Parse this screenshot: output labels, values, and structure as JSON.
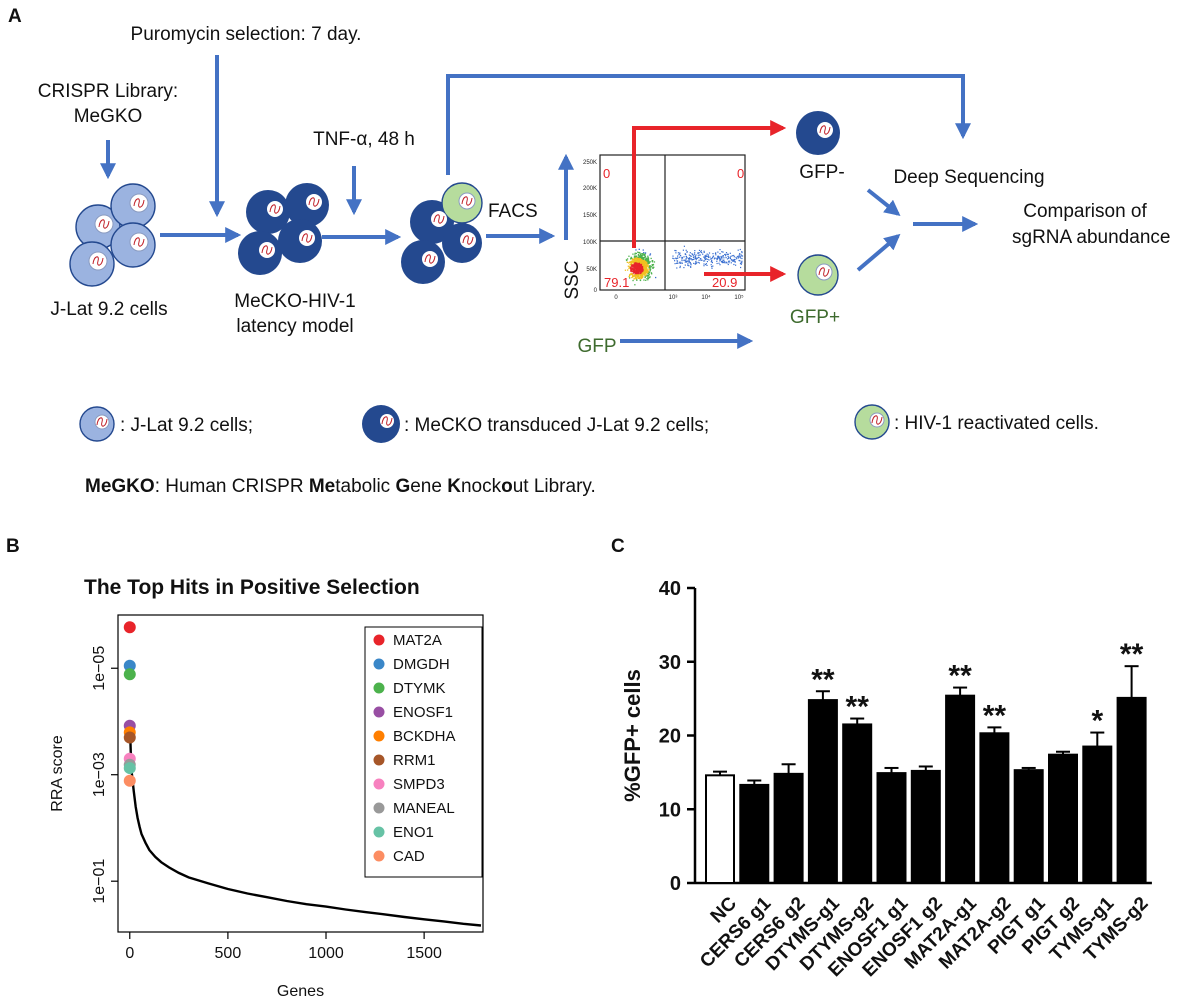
{
  "panelA": {
    "label": "A",
    "puromycin": "Puromycin selection: 7 day.",
    "crispr_line1": "CRISPR Library:",
    "crispr_line2": "MeGKO",
    "jlat": "J-Lat 9.2 cells",
    "tnf": "TNF-α, 48 h",
    "mecko_line1": "MeCKO-HIV-1",
    "mecko_line2": "latency model",
    "facs": "FACS",
    "ssc": "SSC",
    "gfp_axis": "GFP",
    "gfp_neg": "GFP-",
    "gfp_pos": "GFP+",
    "deep_seq": "Deep Sequencing",
    "comparison_line1": "Comparison of",
    "comparison_line2": "sgRNA abundance",
    "facs_plot": {
      "quadrants": [
        "0",
        "0",
        "79.1",
        "20.9"
      ],
      "y_ticks": [
        "250K",
        "200K",
        "150K",
        "100K",
        "50K",
        "0"
      ],
      "x_ticks": [
        "0",
        "10³",
        "10⁴",
        "10⁵"
      ]
    },
    "legend": [
      {
        "text": ": J-Lat 9.2 cells;",
        "color": "#9bb3e0"
      },
      {
        "text": ": MeCKO transduced J-Lat 9.2 cells;",
        "color": "#24498f"
      },
      {
        "text": ": HIV-1 reactivated cells.",
        "color": "#b6dc9d"
      }
    ],
    "footnote": {
      "parts": [
        {
          "text": "MeGKO",
          "bold": true
        },
        {
          "text": ": Human CRISPR ",
          "bold": false
        },
        {
          "text": "Me",
          "bold": true
        },
        {
          "text": "tabolic ",
          "bold": false
        },
        {
          "text": "G",
          "bold": true
        },
        {
          "text": "ene ",
          "bold": false
        },
        {
          "text": "K",
          "bold": true
        },
        {
          "text": "nock",
          "bold": false
        },
        {
          "text": "o",
          "bold": true
        },
        {
          "text": "ut Library.",
          "bold": false
        }
      ]
    },
    "colors": {
      "arrow_blue": "#4472c4",
      "arrow_red": "#e8242a",
      "green_text": "#3e6b2e"
    }
  },
  "panelB": {
    "label": "B"
  },
  "panelC": {
    "label": "C"
  },
  "chart_data": [
    {
      "type": "line",
      "title": "The Top Hits in Positive Selection",
      "xlabel": "Genes",
      "ylabel": "RRA score",
      "yscale": "log-reversed",
      "ylim": [
        1e-06,
        0.9
      ],
      "xlim": [
        -60,
        1800
      ],
      "x_ticks": [
        0,
        500,
        1000,
        1500
      ],
      "y_ticks": [
        {
          "value": 1e-05,
          "label": "1e−05"
        },
        {
          "value": 0.001,
          "label": "1e−03"
        },
        {
          "value": 0.1,
          "label": "1e−01"
        }
      ],
      "curve": {
        "x": [
          0,
          5,
          10,
          20,
          30,
          40,
          50,
          60,
          80,
          100,
          130,
          160,
          200,
          250,
          300,
          400,
          500,
          600,
          700,
          800,
          900,
          1000,
          1100,
          1200,
          1300,
          1400,
          1500,
          1600,
          1700,
          1790
        ],
        "y": [
          0.0001,
          0.0004,
          0.0009,
          0.002,
          0.004,
          0.0065,
          0.0095,
          0.013,
          0.019,
          0.026,
          0.035,
          0.044,
          0.055,
          0.07,
          0.085,
          0.11,
          0.14,
          0.17,
          0.2,
          0.235,
          0.27,
          0.3,
          0.34,
          0.38,
          0.42,
          0.47,
          0.52,
          0.57,
          0.63,
          0.68
        ],
        "color": "#000000"
      },
      "points": [
        {
          "name": "MAT2A",
          "x": 0,
          "y": 1.7e-06,
          "color": "#e8242a"
        },
        {
          "name": "DMGDH",
          "x": 0,
          "y": 9e-06,
          "color": "#3a87c8"
        },
        {
          "name": "DTYMK",
          "x": 0,
          "y": 1.3e-05,
          "color": "#4cb24c"
        },
        {
          "name": "ENOSF1",
          "x": 0,
          "y": 0.00012,
          "color": "#984ea3"
        },
        {
          "name": "BCKDHA",
          "x": 0,
          "y": 0.00016,
          "color": "#ff7f00"
        },
        {
          "name": "RRM1",
          "x": 0,
          "y": 0.0002,
          "color": "#a65628"
        },
        {
          "name": "SMPD3",
          "x": 0,
          "y": 0.0005,
          "color": "#f781bf"
        },
        {
          "name": "MANEAL",
          "x": 0,
          "y": 0.00065,
          "color": "#999999"
        },
        {
          "name": "ENO1",
          "x": 0,
          "y": 0.00075,
          "color": "#66c2a5"
        },
        {
          "name": "CAD",
          "x": 0,
          "y": 0.0013,
          "color": "#fc8d62"
        }
      ],
      "legend_position": "top-right"
    },
    {
      "type": "bar",
      "xlabel": "",
      "ylabel": "%GFP+ cells",
      "ylim": [
        0,
        40
      ],
      "y_ticks": [
        0,
        10,
        20,
        30,
        40
      ],
      "categories": [
        "NC",
        "CERS6 g1",
        "CERS6 g2",
        "DTYMS-g1",
        "DTYMS-g2",
        "ENOSF1 g1",
        "ENOSF1 g2",
        "MAT2A-g1",
        "MAT2A-g2",
        "PIGT g1",
        "PIGT g2",
        "TYMS-g1",
        "TYMS-g2"
      ],
      "values": [
        14.6,
        13.3,
        14.8,
        24.8,
        21.5,
        14.9,
        15.2,
        25.4,
        20.3,
        15.3,
        17.4,
        18.5,
        25.1
      ],
      "errors": [
        0.5,
        0.6,
        1.3,
        1.2,
        0.8,
        0.7,
        0.6,
        1.1,
        0.8,
        0.3,
        0.4,
        1.9,
        4.3
      ],
      "significance": [
        "",
        "",
        "",
        "**",
        "**",
        "",
        "",
        "**",
        "**",
        "",
        "",
        "*",
        "**"
      ],
      "fill": [
        "#ffffff",
        "#000000",
        "#000000",
        "#000000",
        "#000000",
        "#000000",
        "#000000",
        "#000000",
        "#000000",
        "#000000",
        "#000000",
        "#000000",
        "#000000"
      ]
    }
  ]
}
